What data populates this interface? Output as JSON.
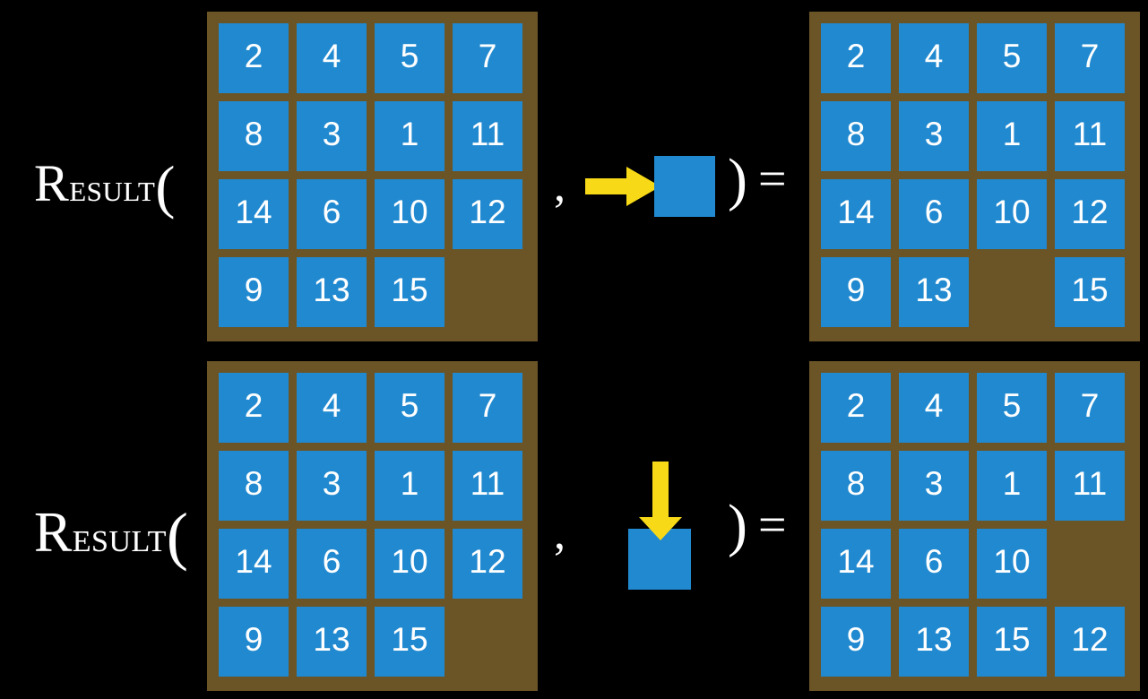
{
  "slide": {
    "background_color": "#000000",
    "board_color": "#6b5426",
    "tile_color": "#2089d0",
    "tile_text_color": "#ffffff",
    "arrow_color": "#f7d917"
  },
  "rows": [
    {
      "id": "row-1",
      "label": {
        "first_letter": "R",
        "rest": "esult",
        "paren": "("
      },
      "comma": ",",
      "close_paren": ")",
      "equals": "=",
      "operand": {
        "icon": "right-arrow-icon",
        "direction": "right",
        "tile_label": ""
      },
      "input_board": {
        "name": "input-board-row-1",
        "grid": [
          [
            "2",
            "4",
            "5",
            "7"
          ],
          [
            "8",
            "3",
            "1",
            "11"
          ],
          [
            "14",
            "6",
            "10",
            "12"
          ],
          [
            "9",
            "13",
            "15",
            ""
          ]
        ]
      },
      "output_board": {
        "name": "output-board-row-1",
        "grid": [
          [
            "2",
            "4",
            "5",
            "7"
          ],
          [
            "8",
            "3",
            "1",
            "11"
          ],
          [
            "14",
            "6",
            "10",
            "12"
          ],
          [
            "9",
            "13",
            "",
            "15"
          ]
        ]
      }
    },
    {
      "id": "row-2",
      "label": {
        "first_letter": "R",
        "rest": "esult",
        "paren": "("
      },
      "comma": ",",
      "close_paren": ")",
      "equals": "=",
      "operand": {
        "icon": "down-arrow-icon",
        "direction": "down",
        "tile_label": ""
      },
      "input_board": {
        "name": "input-board-row-2",
        "grid": [
          [
            "2",
            "4",
            "5",
            "7"
          ],
          [
            "8",
            "3",
            "1",
            "11"
          ],
          [
            "14",
            "6",
            "10",
            "12"
          ],
          [
            "9",
            "13",
            "15",
            ""
          ]
        ]
      },
      "output_board": {
        "name": "output-board-row-2",
        "grid": [
          [
            "2",
            "4",
            "5",
            "7"
          ],
          [
            "8",
            "3",
            "1",
            "11"
          ],
          [
            "14",
            "6",
            "10",
            ""
          ],
          [
            "9",
            "13",
            "15",
            "12"
          ]
        ]
      }
    }
  ]
}
